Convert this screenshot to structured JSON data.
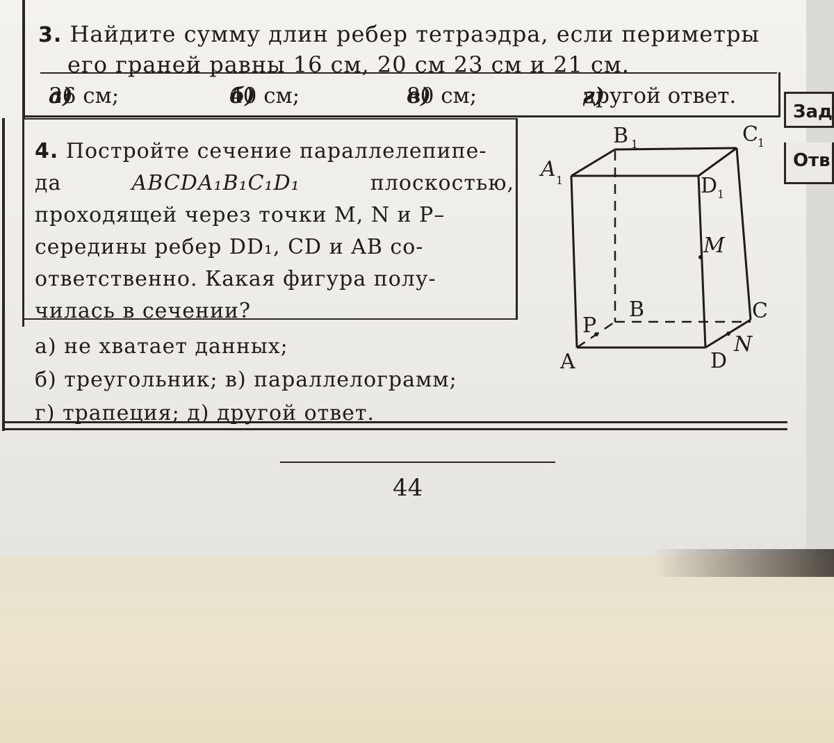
{
  "task3": {
    "number": "3.",
    "line1": "Найдите сумму длин ребер тетраэдра, если периметры",
    "line2": "его граней равны 16 см, 20 см 23 см и 21 см.",
    "options": [
      {
        "label": "а)",
        "text": "36 см;"
      },
      {
        "label": "б)",
        "text": "40 см;"
      },
      {
        "label": "в)",
        "text": "80 см;"
      },
      {
        "label": "г)",
        "text": "другой ответ."
      }
    ]
  },
  "side_tabs": [
    "Зад",
    "Отв"
  ],
  "task4": {
    "number": "4.",
    "lines": [
      [
        "Постройте сечение параллелепипе-"
      ],
      [
        "да",
        "ABCDA₁B₁C₁D₁",
        "плоскостью,"
      ],
      [
        "проходящей через точки M, N и P–"
      ],
      [
        "середины ребер DD₁, CD и AB со-"
      ],
      [
        "ответственно. Какая фигура полу-"
      ],
      [
        "чилась в сечении?"
      ]
    ],
    "options": [
      "а) не хватает данных;",
      "б) треугольник; в) параллелограмм;",
      "г) трапеция; д) другой ответ."
    ]
  },
  "figure": {
    "labels": {
      "A": "A",
      "B": "B",
      "C": "C",
      "D": "D",
      "A1": "A",
      "B1": "B",
      "C1": "C",
      "D1": "D",
      "sub1": "1",
      "M": "M",
      "N": "N",
      "P": "P"
    }
  },
  "page_number": "44"
}
